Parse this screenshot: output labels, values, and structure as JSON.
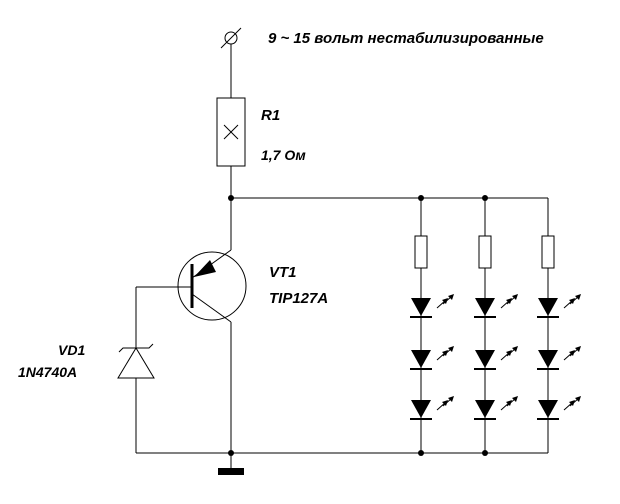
{
  "supply_label": "9 ~ 15 вольт нестабилизированные",
  "r1": {
    "ref": "R1",
    "value": "1,7 Ом"
  },
  "vt1": {
    "ref": "VT1",
    "part": "TIP127A"
  },
  "vd1": {
    "ref": "VD1",
    "part": "1N4740A"
  },
  "led_strings": 3,
  "leds_per_string": 3,
  "colors": {
    "ink": "#000000",
    "background": "#ffffff"
  }
}
